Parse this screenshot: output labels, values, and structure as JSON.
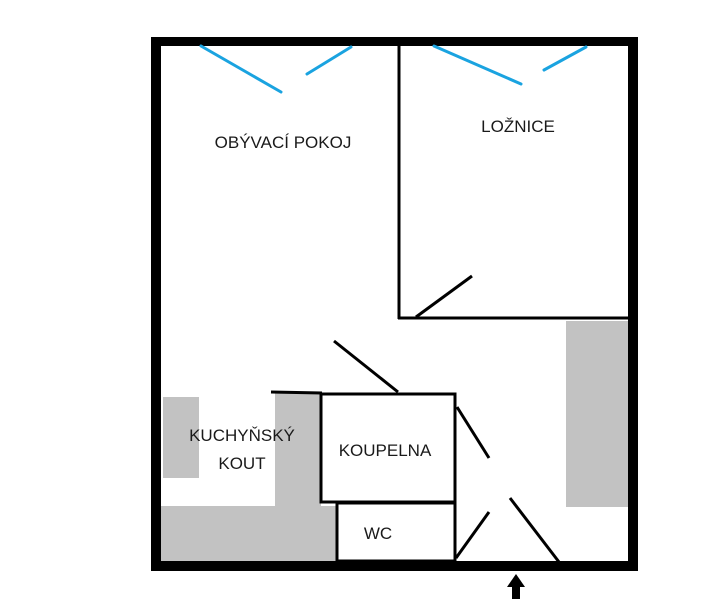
{
  "rooms": {
    "living_room": "OBÝVACÍ POKOJ",
    "bedroom": "LOŽNICE",
    "kitchenette_line1": "KUCHYŇSKÝ",
    "kitchenette_line2": "KOUT",
    "bathroom": "KOUPELNA",
    "wc": "WC"
  },
  "colors": {
    "wall": "#000000",
    "window": "#1aa3e0",
    "fixture": "#c2c2c2",
    "background": "#ffffff"
  },
  "icons": {
    "entrance": "arrow-up-icon"
  }
}
